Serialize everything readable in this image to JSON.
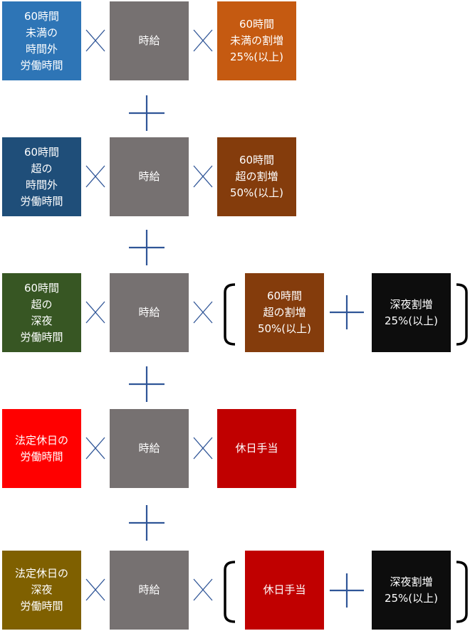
{
  "colors": {
    "blue": "#2e75b6",
    "navy": "#1f4e79",
    "green": "#375623",
    "red": "#ff0000",
    "olive": "#7f6000",
    "gray": "#767171",
    "orange": "#c55a11",
    "brown": "#843c0c",
    "darkred": "#c00000",
    "black": "#0d0d0d",
    "operator": "#2f5597"
  },
  "rows": [
    {
      "hours": {
        "label": "60時間\n未満の\n時間外\n労働時間",
        "color": "#2e75b6"
      },
      "rate": {
        "label": "時給"
      },
      "premium": {
        "label": "60時間\n未満の割増\n25%(以上)",
        "color": "#c55a11"
      }
    },
    {
      "hours": {
        "label": "60時間\n超の\n時間外\n労働時間",
        "color": "#1f4e79"
      },
      "rate": {
        "label": "時給"
      },
      "premium": {
        "label": "60時間\n超の割増\n50%(以上)",
        "color": "#843c0c"
      }
    },
    {
      "hours": {
        "label": "60時間\n超の\n深夜\n労働時間",
        "color": "#375623"
      },
      "rate": {
        "label": "時給"
      },
      "premium": {
        "label": "60時間\n超の割増\n50%(以上)",
        "color": "#843c0c"
      },
      "extra": {
        "label": "深夜割増\n25%(以上)",
        "color": "#0d0d0d"
      }
    },
    {
      "hours": {
        "label": "法定休日の\n労働時間",
        "color": "#ff0000"
      },
      "rate": {
        "label": "時給"
      },
      "premium": {
        "label": "休日手当",
        "color": "#c00000"
      }
    },
    {
      "hours": {
        "label": "法定休日の\n深夜\n労働時間",
        "color": "#7f6000"
      },
      "rate": {
        "label": "時給"
      },
      "premium": {
        "label": "休日手当",
        "color": "#c00000"
      },
      "extra": {
        "label": "深夜割増\n25%(以上)",
        "color": "#0d0d0d"
      }
    }
  ]
}
